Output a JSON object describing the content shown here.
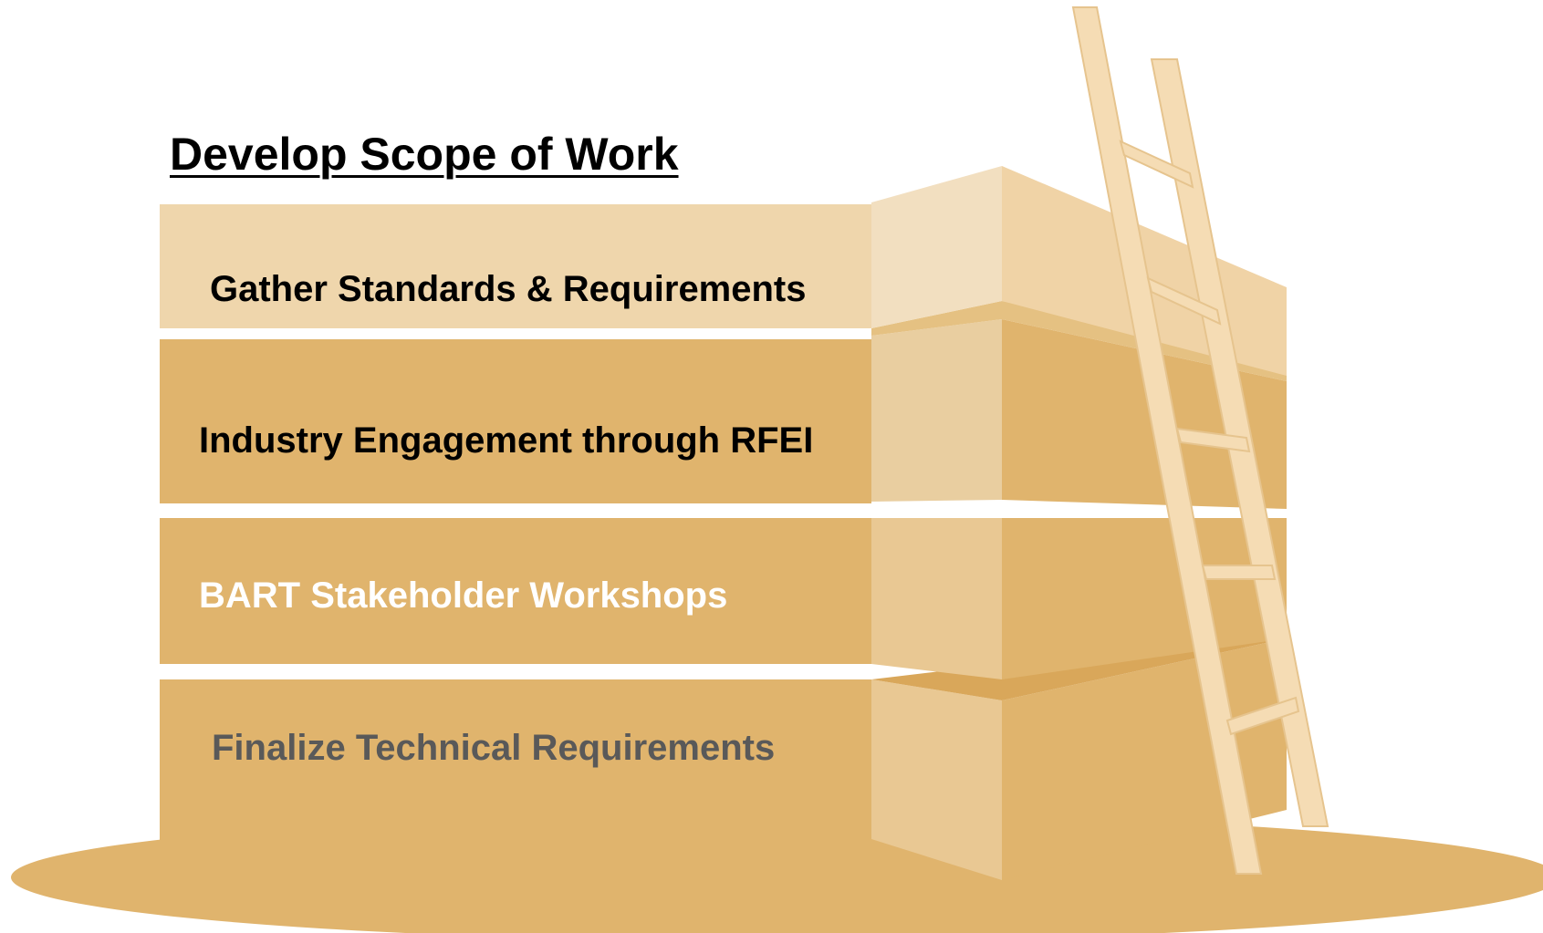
{
  "title": "Develop Scope of Work",
  "steps": [
    {
      "label": "Gather Standards & Requirements",
      "text_color": "#000000"
    },
    {
      "label": "Industry Engagement through RFEI",
      "text_color": "#000000"
    },
    {
      "label": "BART Stakeholder Workshops",
      "text_color": "#ffffff"
    },
    {
      "label": "Finalize Technical Requirements",
      "text_color": "#595959"
    }
  ],
  "colors": {
    "ground": "#e0b46d",
    "block_light": "#efd6ac",
    "block_main": "#e0b46d",
    "ladder": "#f5dcb4"
  }
}
